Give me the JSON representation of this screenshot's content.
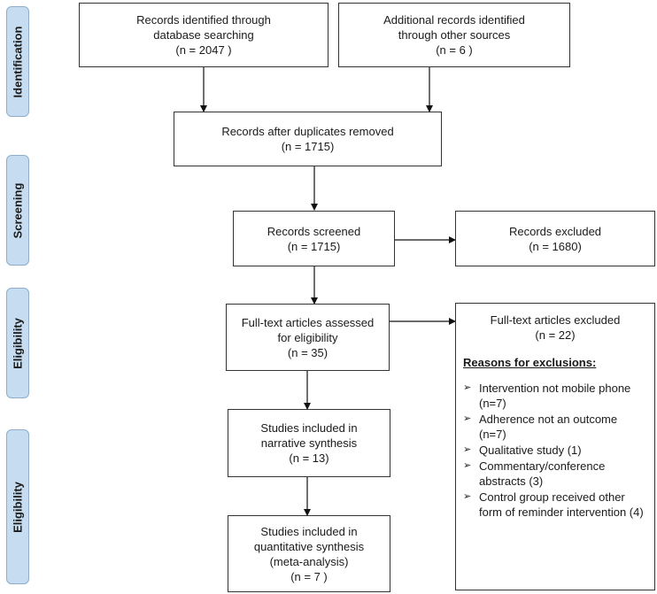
{
  "phases": {
    "identification": "Identification",
    "screening": "Screening",
    "eligibility": "Eligibility",
    "eligibility2": "Eligibility"
  },
  "boxes": {
    "db_search": {
      "line1": "Records identified through",
      "line2": "database searching",
      "line3": "(n =  2047 )"
    },
    "other_sources": {
      "line1": "Additional records identified",
      "line2": "through other sources",
      "line3": "(n = 6 )"
    },
    "duplicates_removed": {
      "line1": "Records after duplicates removed",
      "line2": "(n = 1715)"
    },
    "screened": {
      "line1": "Records screened",
      "line2": "(n = 1715)"
    },
    "excluded": {
      "line1": "Records excluded",
      "line2": "(n = 1680)"
    },
    "fulltext_assessed": {
      "line1": "Full-text articles assessed",
      "line2": "for eligibility",
      "line3": "(n = 35)"
    },
    "narrative": {
      "line1": "Studies included in",
      "line2": "narrative synthesis",
      "line3": "(n = 13)"
    },
    "quantitative": {
      "line1": "Studies included in",
      "line2": "quantitative synthesis",
      "line3": "(meta-analysis)",
      "line4": "(n = 7 )"
    }
  },
  "fulltext_excluded": {
    "title": "Full-text articles excluded",
    "count": "(n = 22)",
    "reasons_title": "Reasons for exclusions:",
    "bullet_glyph": "➢",
    "reasons": [
      "Intervention not mobile phone (n=7)",
      "Adherence not an outcome (n=7)",
      "Qualitative study (1)",
      "Commentary/conference abstracts (3)",
      "Control group received other form of reminder intervention (4)"
    ]
  }
}
